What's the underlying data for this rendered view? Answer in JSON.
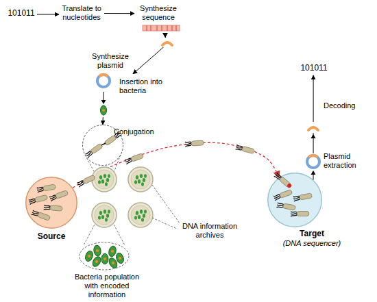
{
  "diagram": {
    "nodes": [
      {
        "text": [
          "101011"
        ]
      },
      {
        "text": [
          "Translate to nucleotides"
        ]
      },
      {
        "text": [
          "Synthesize sequence"
        ]
      },
      {
        "text": [
          "Synthesize plasmid"
        ]
      },
      {
        "text": [
          "Conjugation"
        ]
      },
      {
        "text": [
          "Source"
        ]
      },
      {
        "text": [
          "Target",
          "(DNA sequencer)"
        ]
      },
      {
        "text": [
          "101011"
        ]
      }
    ],
    "edges": [
      {
        "from": 0,
        "to": 1,
        "arrow": "to"
      },
      {
        "from": 1,
        "to": 2,
        "arrow": "to"
      },
      {
        "from": 2,
        "to": 3,
        "arrow": "to"
      },
      {
        "from": 3,
        "to": 4,
        "arrow": "to",
        "label": "Insertion into bacteria"
      },
      {
        "from": 5,
        "to": 6,
        "arrow": "to"
      },
      {
        "from": 6,
        "to": 7,
        "arrow": "to"
      }
    ],
    "labels": [
      "DNA information archives",
      "Bacteria population with encoded information",
      "Plasmid extraction",
      "Decoding"
    ]
  }
}
